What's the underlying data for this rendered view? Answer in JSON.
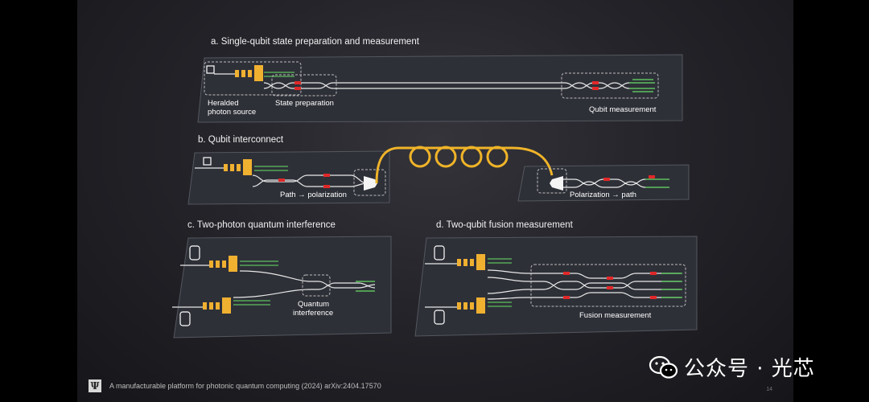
{
  "panels": {
    "a": {
      "title": "a. Single-qubit state preparation and measurement",
      "labels": {
        "source_line1": "Heralded",
        "source_line2": "photon source",
        "prep": "State preparation",
        "meas": "Qubit measurement"
      }
    },
    "b": {
      "title": "b. Qubit interconnect",
      "labels": {
        "path_to_pol": "Path → polarization",
        "pol_to_path": "Polarization → path"
      }
    },
    "c": {
      "title": "c. Two-photon quantum interference",
      "labels": {
        "qi_line1": "Quantum",
        "qi_line2": "interference"
      }
    },
    "d": {
      "title": "d. Two-qubit fusion measurement",
      "labels": {
        "fusion": "Fusion measurement"
      }
    }
  },
  "footer": {
    "logo": "Ψ",
    "citation": "A manufacturable platform for photonic quantum computing (2024) arXiv:2404.17570",
    "slide_number": "14"
  },
  "watermark": {
    "text": "公众号 · 光芯",
    "icon": "wechat-icon"
  },
  "colors": {
    "chip": "#2e3038",
    "waveguide": "#e8e8e8",
    "source": "#f0b030",
    "phase_shifter": "#e02828",
    "detector": "#5dc05d",
    "fiber": "#f0b429"
  }
}
